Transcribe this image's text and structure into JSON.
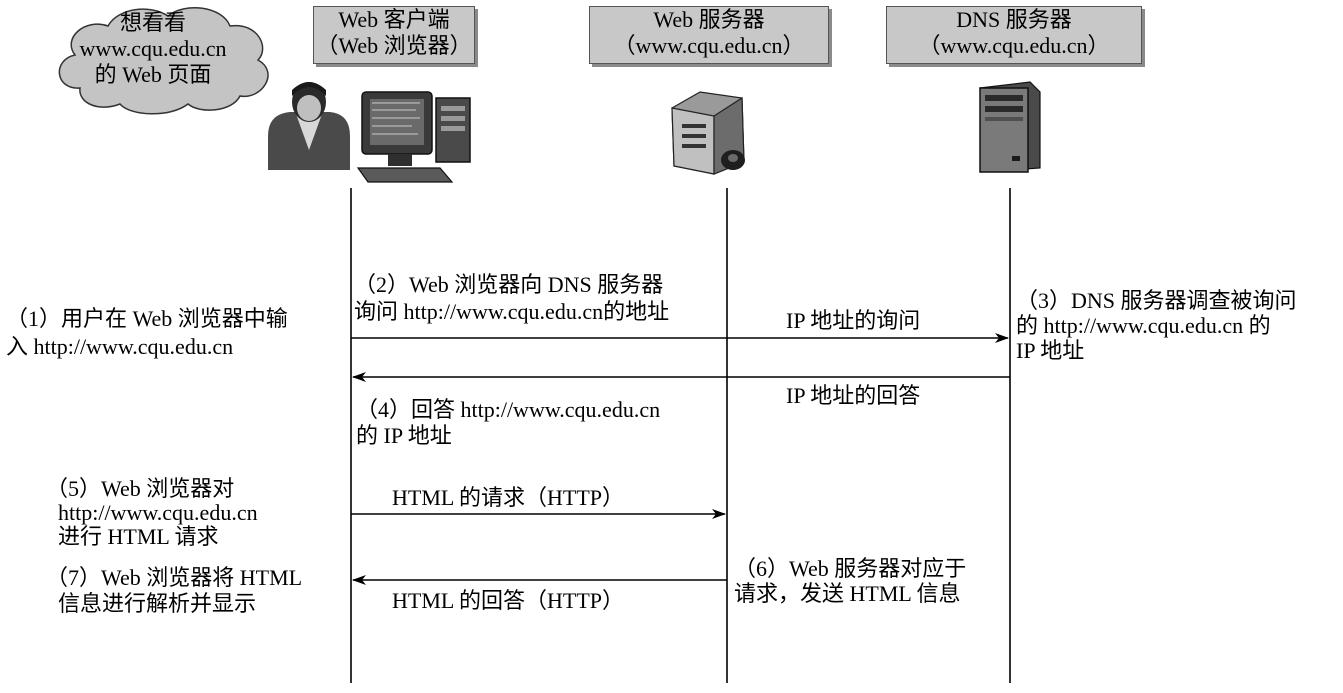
{
  "cloud": {
    "lines": [
      "想看看",
      "www.cqu.edu.cn",
      "的 Web 页面"
    ]
  },
  "headers": {
    "client": {
      "line1": "Web 客户端",
      "line2": "（Web 浏览器）"
    },
    "web_server": {
      "line1": "Web 服务器",
      "line2": "（www.cqu.edu.cn）"
    },
    "dns_server": {
      "line1": "DNS 服务器",
      "line2": "（www.cqu.edu.cn）"
    }
  },
  "steps": {
    "s1": {
      "line1": "（1）用户在 Web 浏览器中输",
      "line2": "入 http://www.cqu.edu.cn"
    },
    "s2": {
      "line1": "（2）Web 浏览器向 DNS 服务器",
      "line2": "询问 http://www.cqu.edu.cn的地址"
    },
    "s3": {
      "line1": "（3）DNS 服务器调查被询问",
      "line2": "的 http://www.cqu.edu.cn 的",
      "line3": "IP 地址"
    },
    "s4": {
      "line1": "（4）回答 http://www.cqu.edu.cn",
      "line2": "的 IP 地址"
    },
    "s5": {
      "line1": "（5）Web 浏览器对",
      "line2": "http://www.cqu.edu.cn",
      "line3": "进行 HTML 请求"
    },
    "s6": {
      "line1": "（6）Web 服务器对应于",
      "line2": "请求，发送 HTML 信息"
    },
    "s7": {
      "line1": "（7）Web 浏览器将 HTML",
      "line2": "信息进行解析并显示"
    }
  },
  "messages": {
    "ip_query": "IP 地址的询问",
    "ip_answer": "IP 地址的回答",
    "html_request": "HTML 的请求（HTTP）",
    "html_response": "HTML 的回答（HTTP）"
  },
  "icons": [
    "cloud-icon",
    "user-icon",
    "computer-icon",
    "web-server-icon",
    "dns-server-icon"
  ],
  "colors": {
    "header_bg": "#c8c8c8",
    "line": "#000000",
    "icon_dark": "#3a3a3a",
    "icon_mid": "#8a8a8a"
  }
}
